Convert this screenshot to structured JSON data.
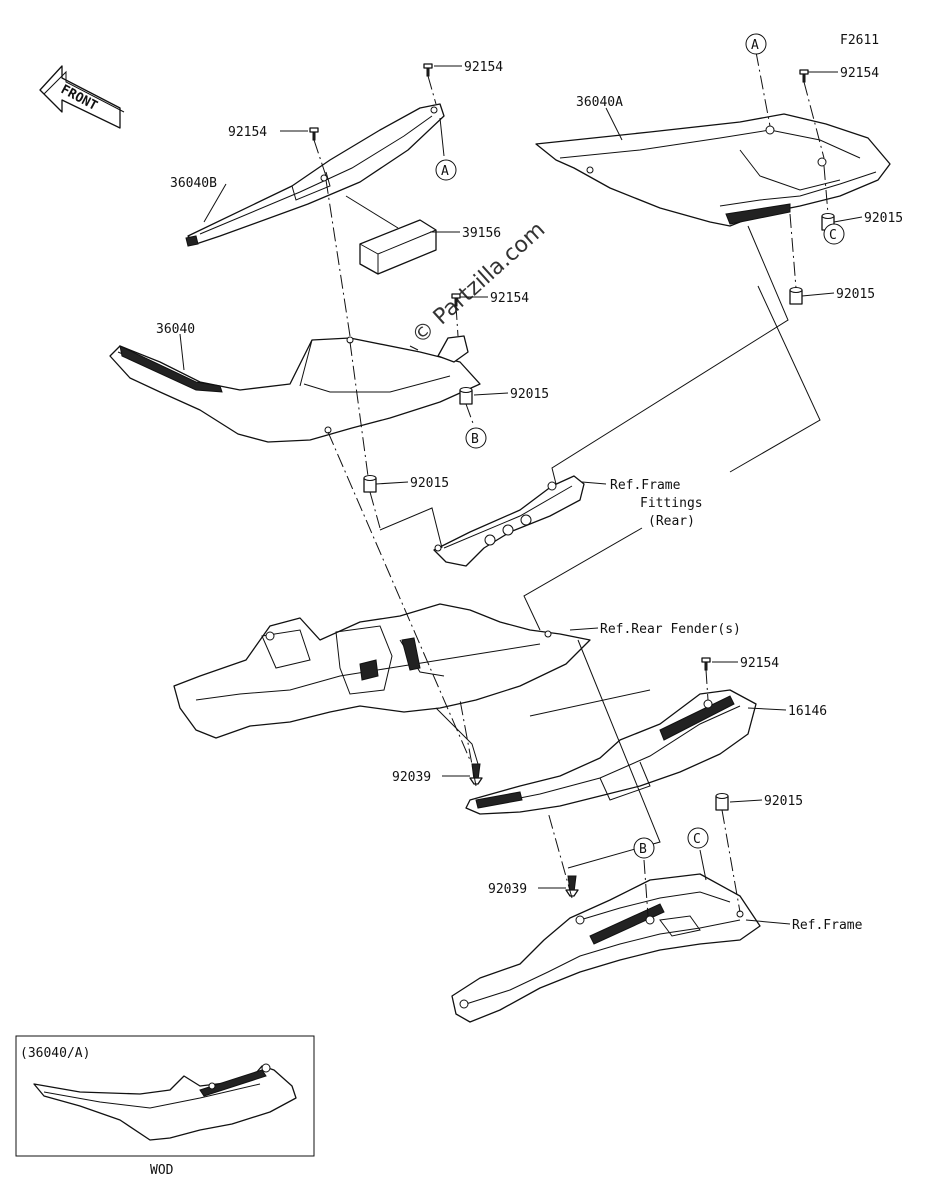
{
  "diagram": {
    "figure_code": "F2611",
    "front_arrow_label": "FRONT",
    "watermark": "© Partzilla.com",
    "inset_title": "(36040/A)",
    "inset_caption": "WOD",
    "callout_a": "A",
    "callout_b": "B",
    "callout_c": "C",
    "parts": {
      "p92154_a": "92154",
      "p92154_b": "92154",
      "p92154_c": "92154",
      "p92154_d": "92154",
      "p92154_e": "92154",
      "p36040b": "36040B",
      "p39156": "39156",
      "p36040a": "36040A",
      "p92015_a": "92015",
      "p92015_b": "92015",
      "p92015_c": "92015",
      "p92015_d": "92015",
      "p92015_e": "92015",
      "p36040": "36040",
      "p16146": "16146",
      "p92039_a": "92039",
      "p92039_b": "92039"
    },
    "refs": {
      "frame_fittings_1": "Ref.Frame",
      "frame_fittings_2": "Fittings",
      "frame_fittings_3": "(Rear)",
      "rear_fender": "Ref.Rear Fender(s)",
      "frame": "Ref.Frame"
    }
  }
}
